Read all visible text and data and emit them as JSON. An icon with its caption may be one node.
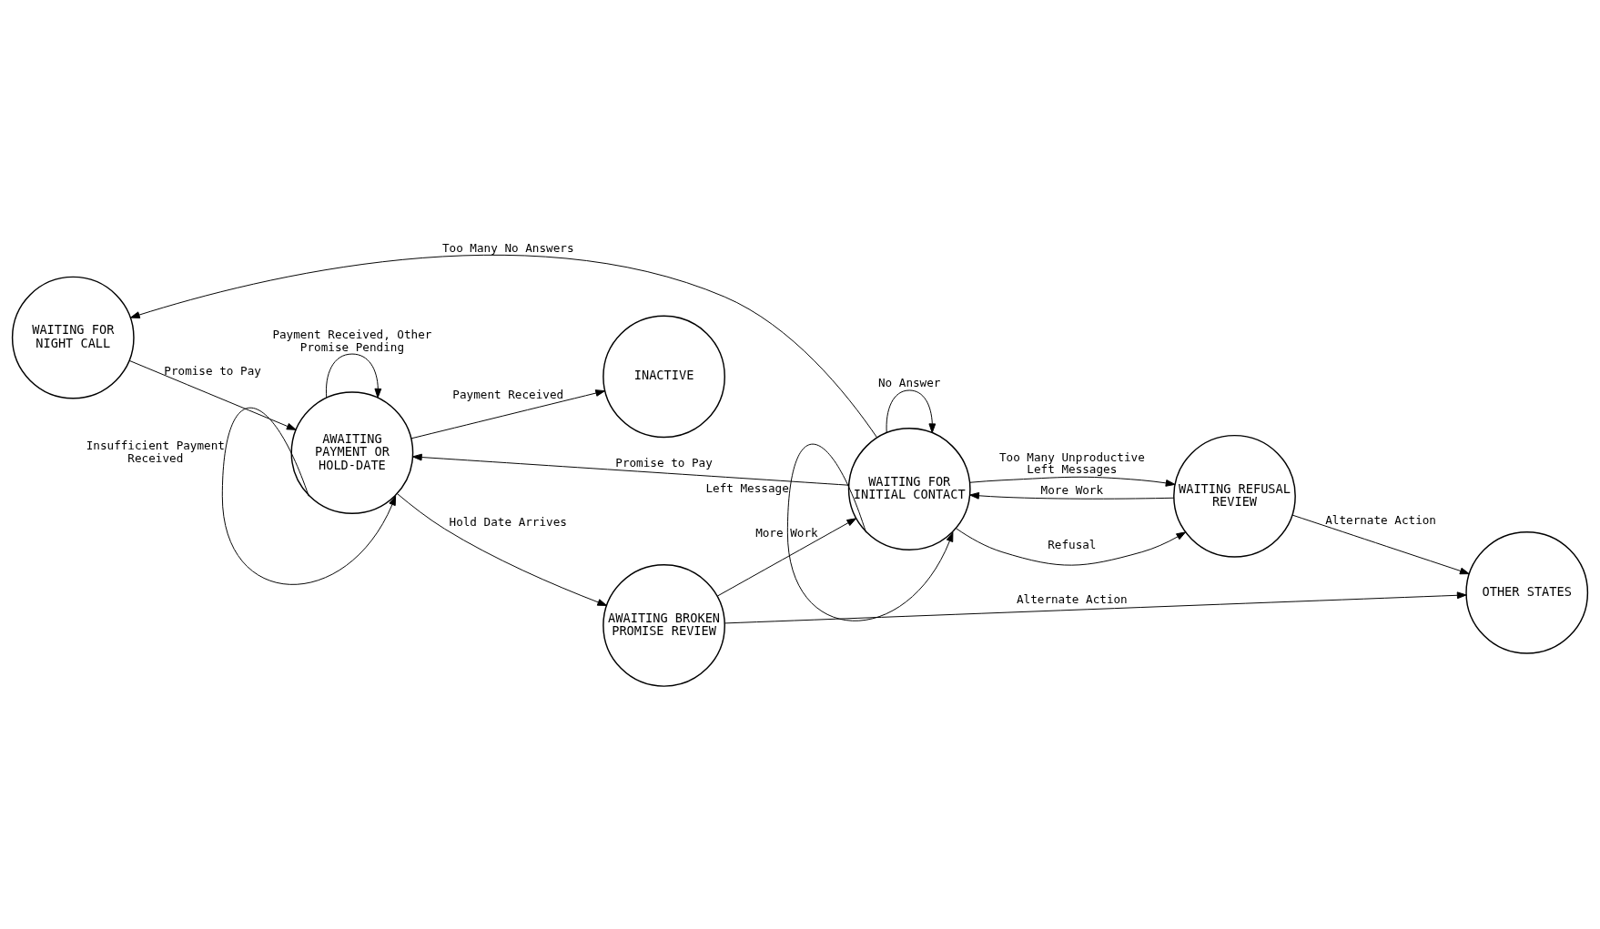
{
  "diagram": {
    "nodes": [
      {
        "text": [
          "WAITING FOR NIGHT CALL"
        ]
      },
      {
        "text": [
          "AWAITING PAYMENT OR HOLD-DATE"
        ]
      },
      {
        "text": [
          "INACTIVE"
        ]
      },
      {
        "text": [
          "WAITING FOR INITIAL CONTACT"
        ]
      },
      {
        "text": [
          "AWAITING BROKEN PROMISE REVIEW"
        ]
      },
      {
        "text": [
          "WAITING REFUSAL REVIEW"
        ]
      },
      {
        "text": [
          "OTHER STATES"
        ]
      }
    ],
    "edges": [
      {
        "from": 0,
        "to": 1,
        "arrow": "to",
        "label": "Promise to Pay"
      },
      {
        "from": 1,
        "to": 1,
        "arrow": "to",
        "label": "Payment Received, Other Promise Pending"
      },
      {
        "from": 1,
        "to": 1,
        "arrow": "to",
        "label": "Insufficient Payment Received"
      },
      {
        "from": 1,
        "to": 2,
        "arrow": "to",
        "label": "Payment Received"
      },
      {
        "from": 3,
        "to": 0,
        "arrow": "to",
        "label": "Too Many No Answers"
      },
      {
        "from": 3,
        "to": 1,
        "arrow": "to",
        "label": "Promise to Pay"
      },
      {
        "from": 1,
        "to": 4,
        "arrow": "to",
        "label": "Hold Date Arrives"
      },
      {
        "from": 3,
        "to": 3,
        "arrow": "to",
        "label": "No Answer"
      },
      {
        "from": 3,
        "to": 3,
        "arrow": "to",
        "label": "Left Message"
      },
      {
        "from": 4,
        "to": 3,
        "arrow": "to",
        "label": "More Work"
      },
      {
        "from": 3,
        "to": 5,
        "arrow": "to",
        "label": "Refusal"
      },
      {
        "from": 5,
        "to": 3,
        "arrow": "to",
        "label": "More Work"
      },
      {
        "from": 3,
        "to": 5,
        "arrow": "to",
        "label": "Too Many Unproductive Left Messages"
      },
      {
        "from": 4,
        "to": 6,
        "arrow": "to",
        "label": "Alternate Action"
      },
      {
        "from": 5,
        "to": 6,
        "arrow": "to",
        "label": "Alternate Action"
      }
    ]
  }
}
